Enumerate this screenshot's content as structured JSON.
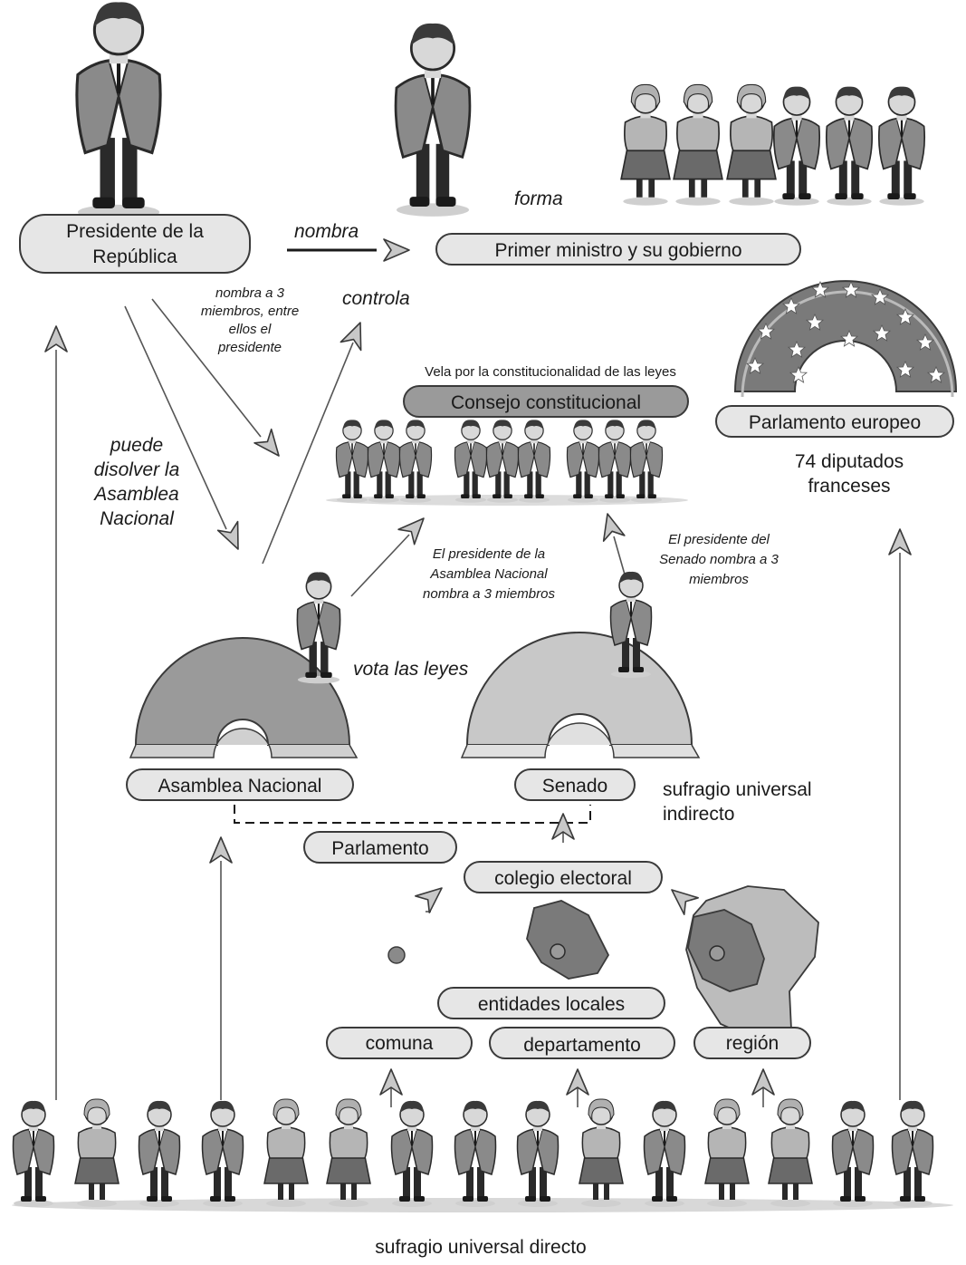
{
  "labels": {
    "president": [
      "Presidente de la",
      "República"
    ],
    "prime_minister": "Primer ministro y su gobierno",
    "constitutional_council": "Consejo constitucional",
    "european_parliament": "Parlamento europeo",
    "national_assembly": "Asamblea Nacional",
    "senate": "Senado",
    "parliament": "Parlamento",
    "electoral_college": "colegio electoral",
    "local_entities": "entidades locales",
    "commune": "comuna",
    "department": "departamento",
    "region": "región"
  },
  "annotations": {
    "names": "nombra",
    "forms": "forma",
    "controls": "controla",
    "names_three": [
      "nombra a 3",
      "miembros, entre",
      "ellos el",
      "presidente"
    ],
    "can_dissolve": [
      "puede",
      "disolver la",
      "Asamblea",
      "Nacional"
    ],
    "council_role": "Vela por la constitucionalidad de las leyes",
    "european_deputies": [
      "74 diputados",
      "franceses"
    ],
    "assembly_president_names": [
      "El presidente de la",
      "Asamblea Nacional",
      "nombra a 3 miembros"
    ],
    "senate_president_names": [
      "El presidente del",
      "Senado nombra a 3",
      "miembros"
    ],
    "votes_laws": "vota las leyes",
    "indirect_suffrage": [
      "sufragio universal",
      "indirecto"
    ],
    "direct_suffrage": "sufragio universal directo"
  },
  "icon_names": [
    "person-icon",
    "arrowhead-icon",
    "hemicycle-icon",
    "star-icon",
    "territory-map-icon"
  ],
  "colors": {
    "light": "#e6e6e6",
    "mid": "#9a9a9a",
    "dark": "#5a5a5a",
    "outline": "#3a3a3a"
  }
}
